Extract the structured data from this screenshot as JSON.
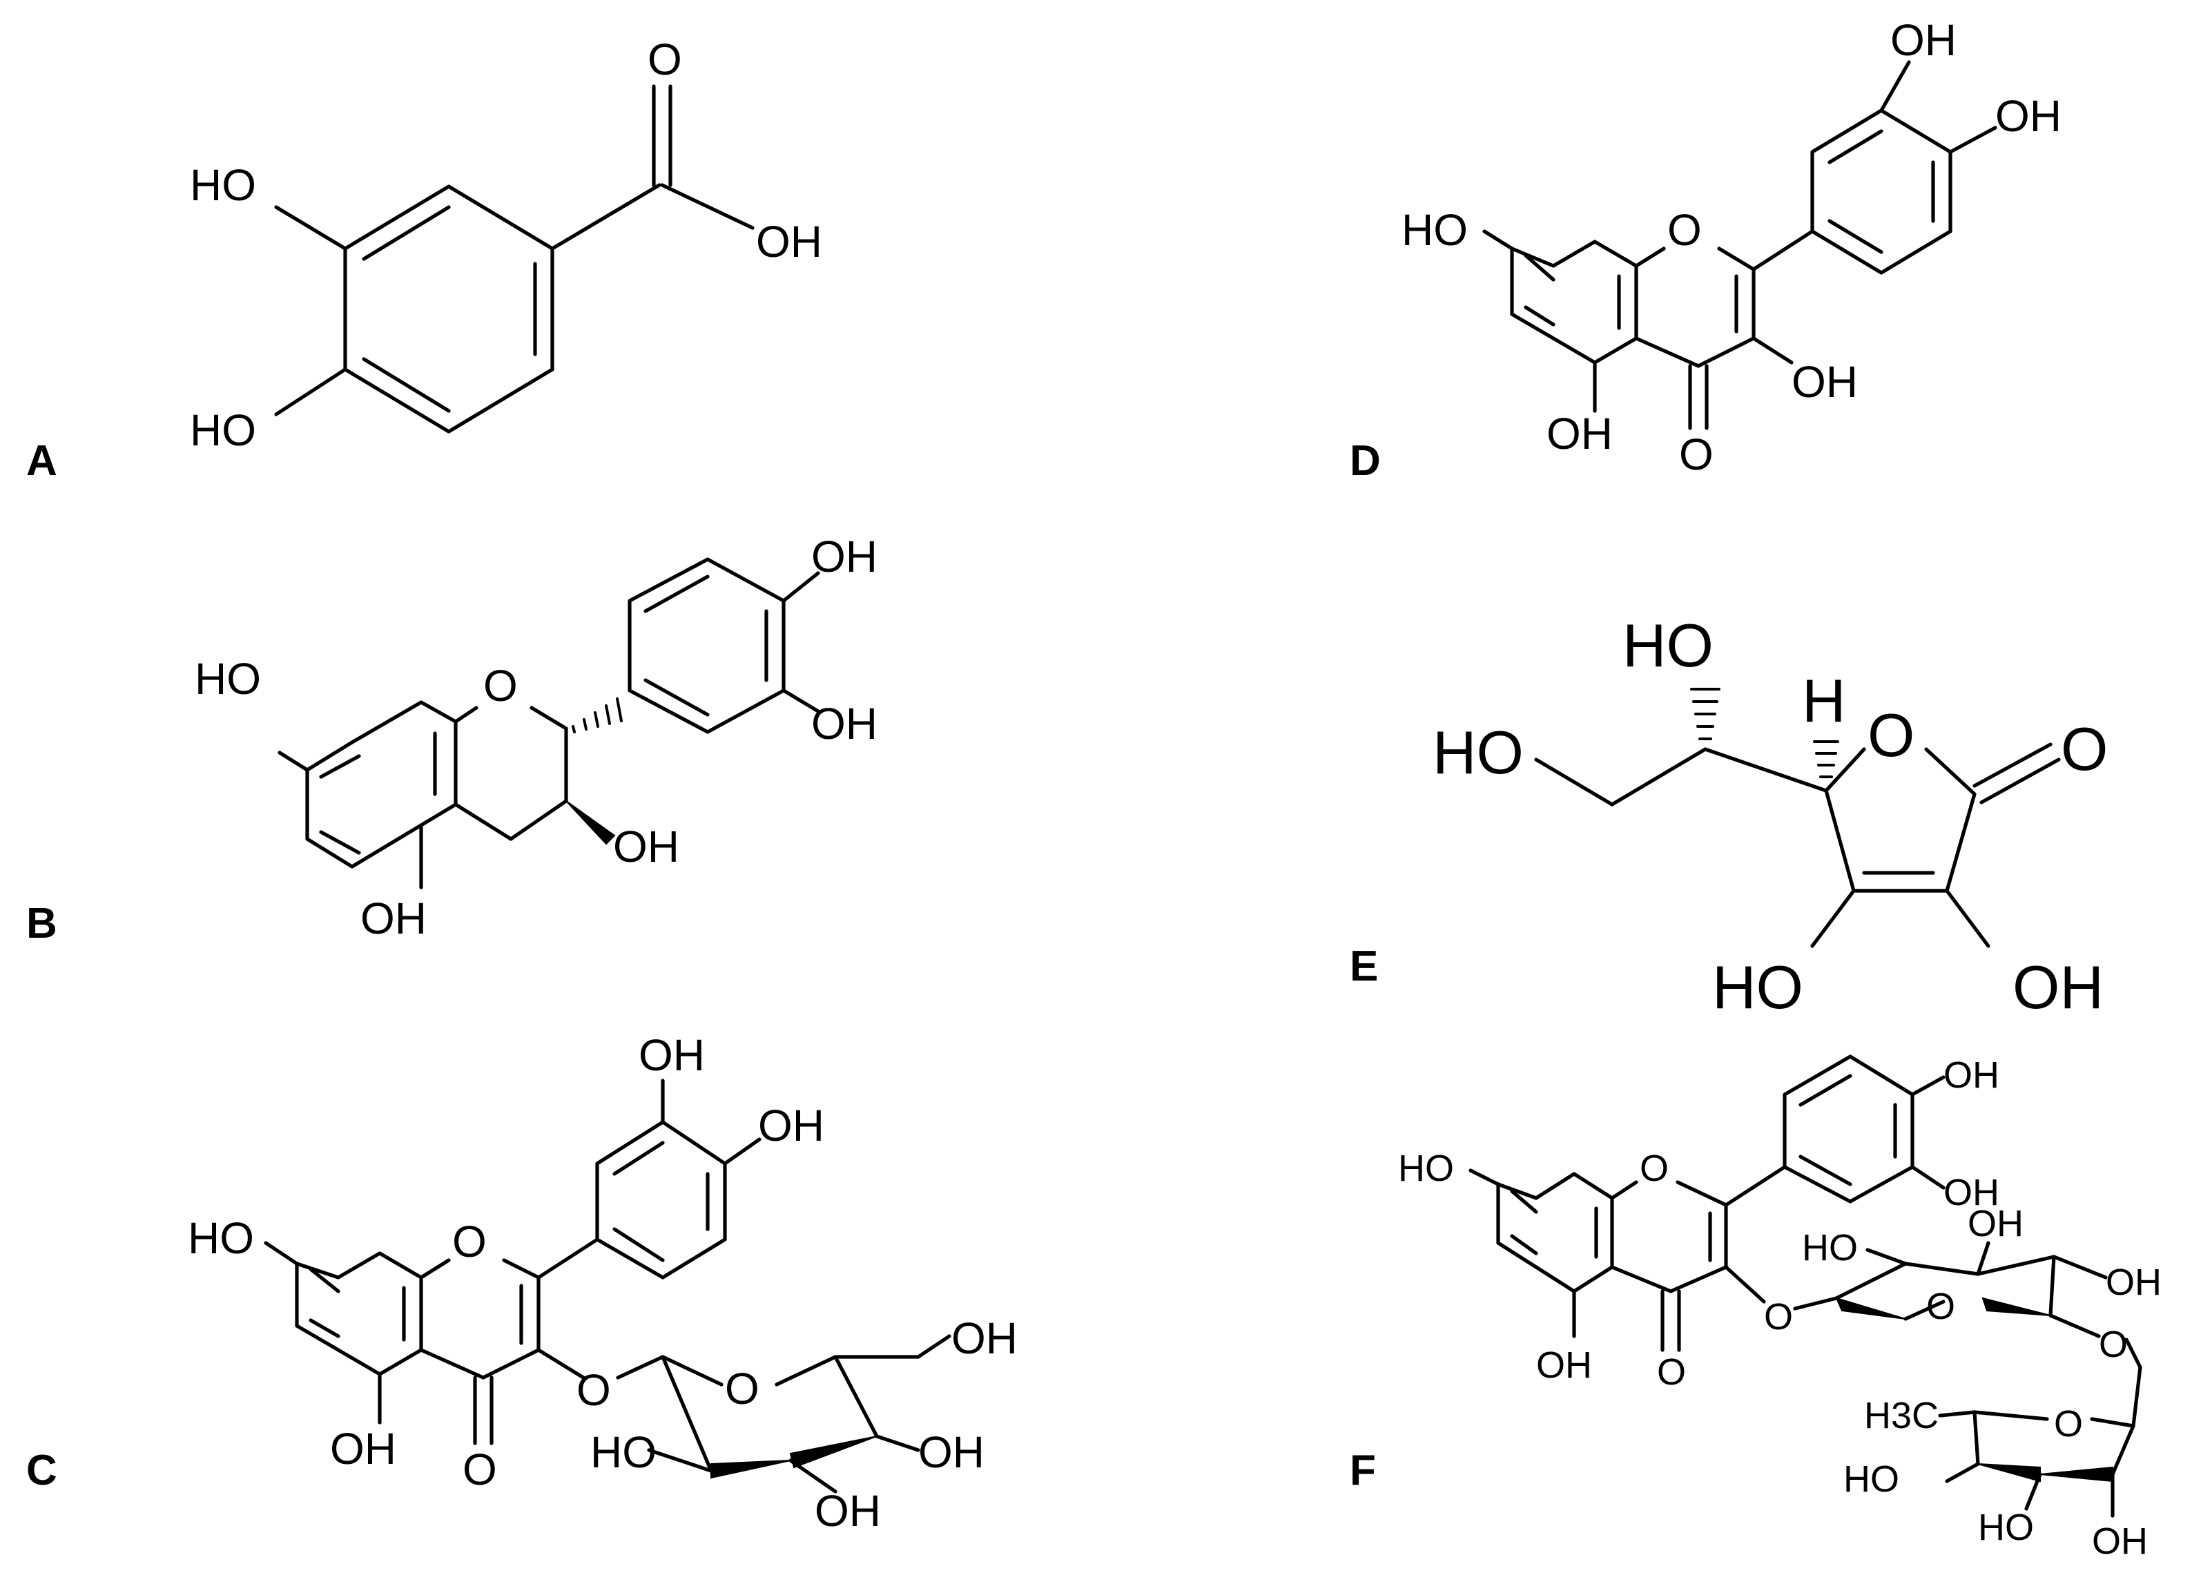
{
  "panels": [
    {
      "id": "A",
      "label": "A",
      "atoms": {
        "oh1": "HO",
        "oh2": "HO",
        "o_carbonyl": "O",
        "oh_acid": "OH"
      }
    },
    {
      "id": "B",
      "label": "B",
      "atoms": {
        "ho7": "HO",
        "o_ring": "O",
        "oh3p": "OH",
        "oh4p": "OH",
        "oh3": "OH",
        "oh5": "OH"
      }
    },
    {
      "id": "C",
      "label": "C",
      "atoms": {
        "oh3p": "OH",
        "oh4p": "OH",
        "ho7": "HO",
        "o_ring": "O",
        "o_link": "O",
        "o_sugar": "O",
        "oh6s": "OH",
        "ho2s": "HO",
        "oh4s": "OH",
        "oh3s": "OH",
        "oh5": "OH",
        "o_carbonyl": "O"
      }
    },
    {
      "id": "D",
      "label": "D",
      "atoms": {
        "oh3p": "OH",
        "oh4p": "OH",
        "ho7": "HO",
        "o_ring": "O",
        "oh3": "OH",
        "oh5": "OH",
        "o_carbonyl": "O"
      }
    },
    {
      "id": "E",
      "label": "E",
      "atoms": {
        "ho5": "HO",
        "ho6": "HO",
        "h4": "H",
        "o_ring": "O",
        "o_carbonyl": "O",
        "ho3": "HO",
        "oh2": "OH"
      }
    },
    {
      "id": "F",
      "label": "F",
      "atoms": {
        "oh4p": "OH",
        "oh3p": "OH",
        "ho7": "HO",
        "o_ring": "O",
        "oh5": "OH",
        "o_carbonyl": "O",
        "o_link": "O",
        "ho2g": "HO",
        "o_glc": "O",
        "oh4g": "OH",
        "oh3g": "OH",
        "o_link2": "O",
        "ch3": "H3C",
        "o_rha": "O",
        "ho2r": "HO",
        "ho3r": "HO",
        "oh4r": "OH"
      }
    }
  ]
}
